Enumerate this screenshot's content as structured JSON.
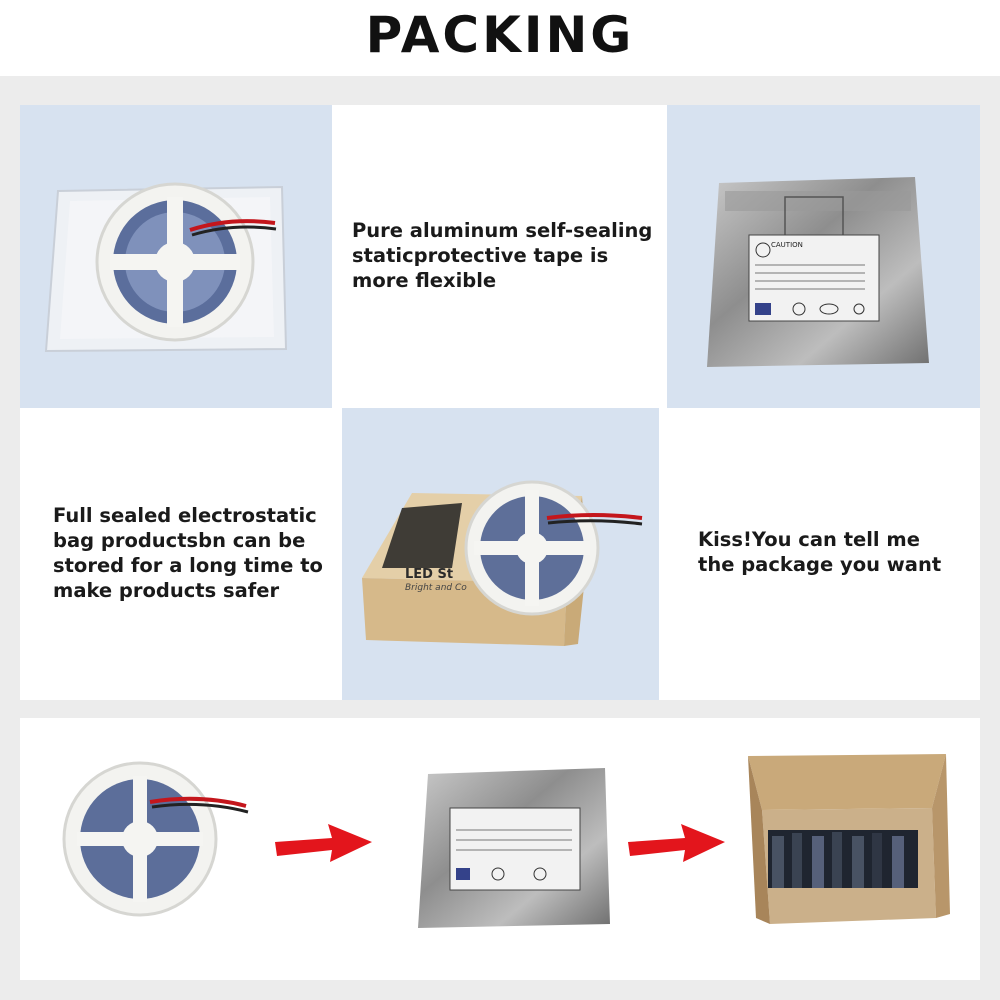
{
  "title": "PACKING",
  "captions": {
    "foil_bag": [
      "Pure aluminum self-sealing",
      "staticprotective tape is",
      "more flexible"
    ],
    "sealed": [
      "Full sealed electrostatic",
      "bag productsbn can be",
      "stored for a long time to",
      "make products safer"
    ],
    "custom": [
      "Kiss!You can tell me",
      "the package you want"
    ]
  },
  "bag_label": {
    "heading": "CAUTION"
  },
  "box_label": {
    "line1": "LED St",
    "line2": "Bright and Co"
  },
  "colors": {
    "panel_blue": "#d7e2f0",
    "arrow_red": "#e3151c",
    "cardboard": "#d6b98a"
  },
  "icons": [
    "led-reel",
    "foil-bag",
    "gift-box",
    "shipping-carton",
    "red-arrow"
  ]
}
